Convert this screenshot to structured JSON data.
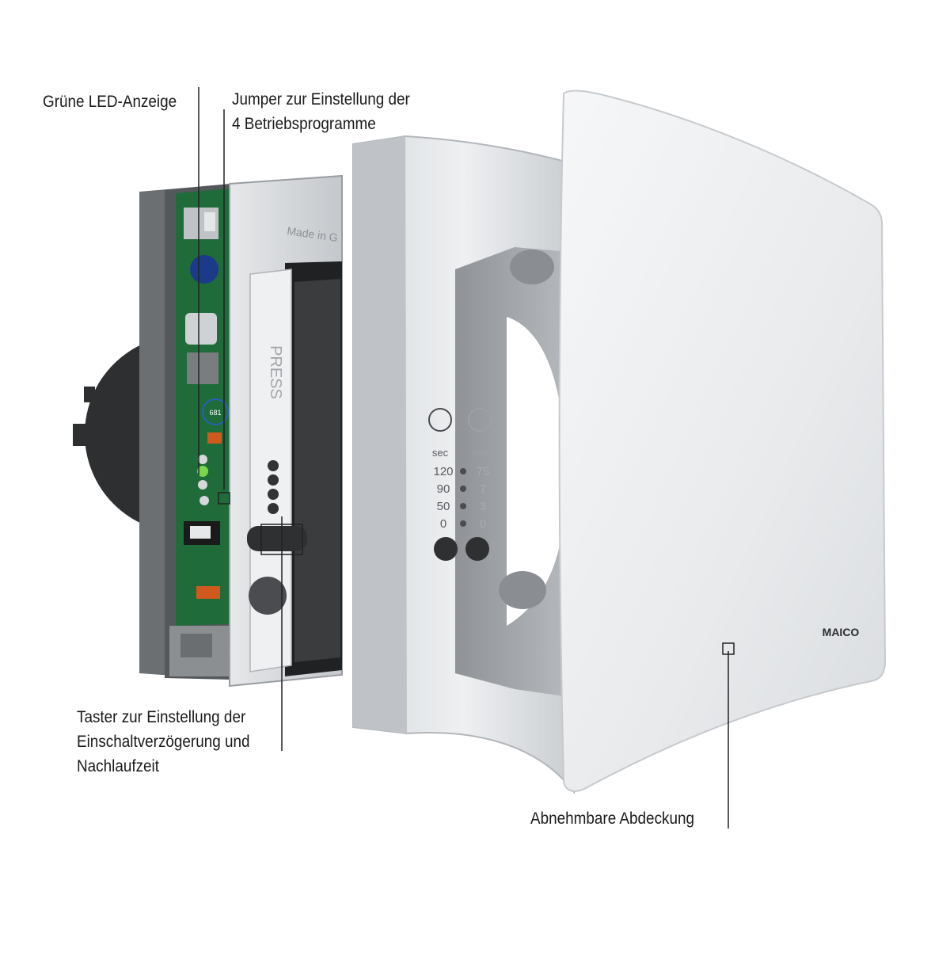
{
  "callouts": {
    "led": {
      "lines": [
        "Grüne LED-Anzeige"
      ]
    },
    "jumper": {
      "lines": [
        "Jumper zur Einstellung der",
        "4 Betriebsprogramme"
      ]
    },
    "taster": {
      "lines": [
        "Taster zur Einstellung der",
        "Einschaltverzögerung und",
        "Nachlaufzeit"
      ]
    },
    "cover": {
      "lines": [
        "Abnehmbare Abdeckung"
      ]
    }
  },
  "device": {
    "frame_text": "Made in G",
    "press_text": "PRESS",
    "dial_unit_left": "sec",
    "dial_unit_right": "min",
    "dial_values_left": [
      "120",
      "90",
      "50",
      "0"
    ],
    "dial_values_right": [
      "75",
      "7",
      "3",
      "0"
    ],
    "chip_label": "681",
    "brand": "MAICO"
  },
  "colors": {
    "pcb": "#1f6b3a",
    "led_green": "#7cd64a",
    "cover": "#eceef0",
    "housing": "#7d8084"
  }
}
